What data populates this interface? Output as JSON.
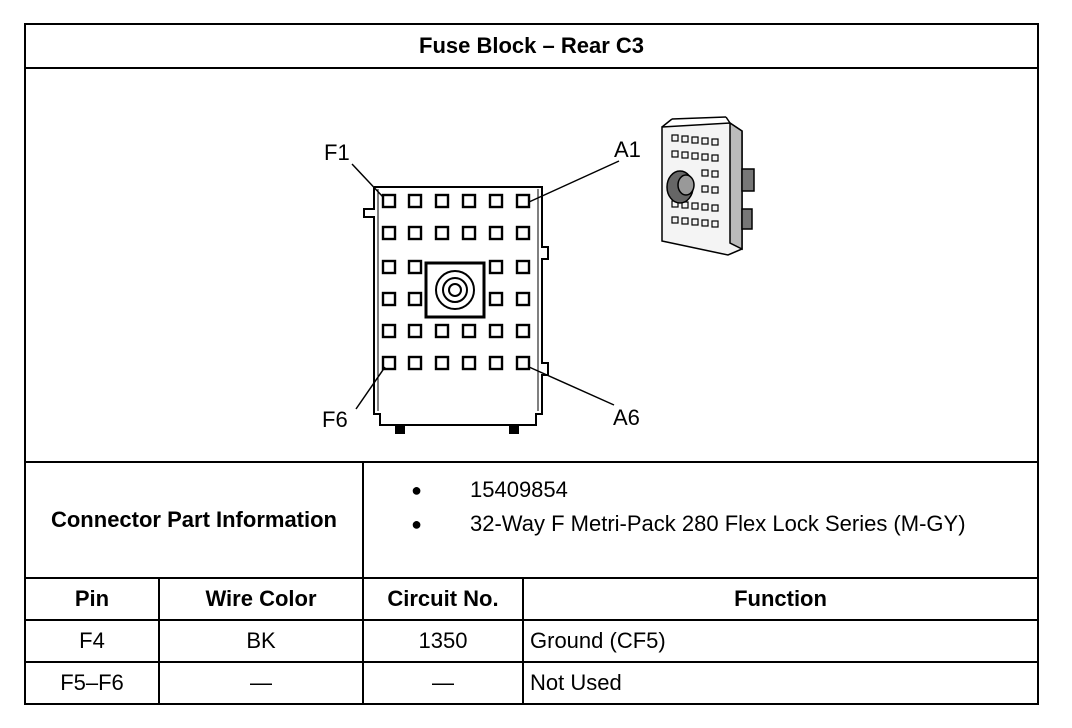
{
  "title": "Fuse Block – Rear C3",
  "diagram": {
    "callouts": {
      "f1": "F1",
      "a1": "A1",
      "f6": "F6",
      "a6": "A6"
    }
  },
  "connector": {
    "label": "Connector Part Information",
    "items": [
      "15409854",
      "32-Way F Metri-Pack 280 Flex Lock Series (M-GY)"
    ]
  },
  "table": {
    "headers": {
      "pin": "Pin",
      "wire_color": "Wire Color",
      "circuit": "Circuit No.",
      "function": "Function"
    },
    "rows": [
      {
        "pin": "F4",
        "wire_color": "BK",
        "circuit": "1350",
        "function": "Ground (CF5)"
      },
      {
        "pin": "F5–F6",
        "wire_color": "—",
        "circuit": "—",
        "function": "Not Used"
      }
    ]
  }
}
